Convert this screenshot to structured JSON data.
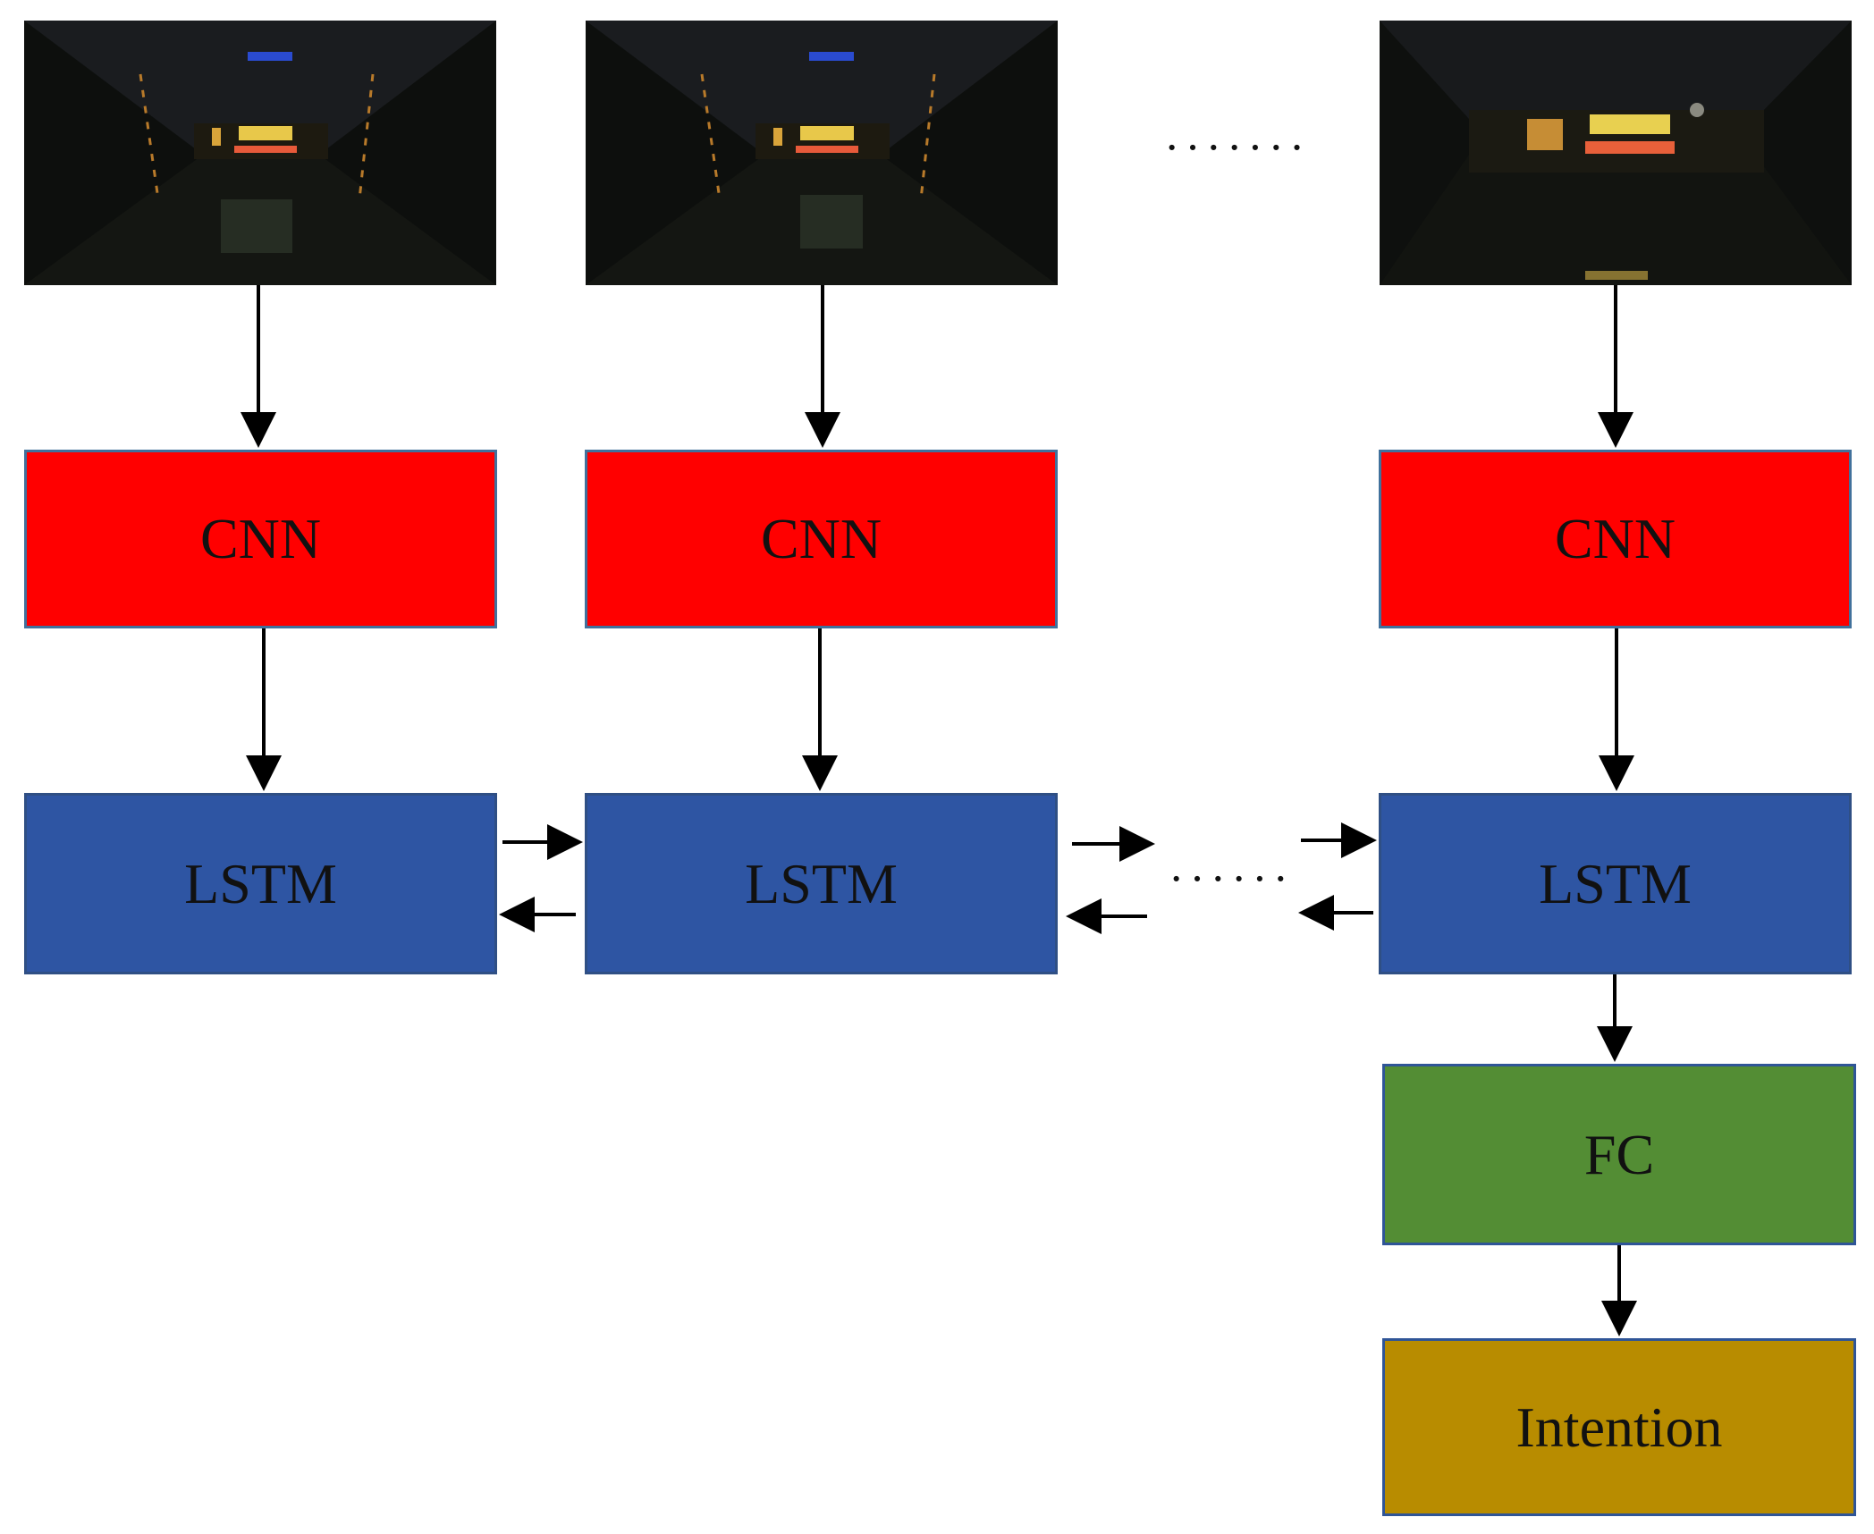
{
  "colors": {
    "cnn": "#ff0000",
    "lstm": "#2e55a3",
    "fc": "#538d34",
    "intention": "#b88c00",
    "arrow": "#000000"
  },
  "frames": [
    {
      "name": "frame-1",
      "icon": "tunnel-image-icon"
    },
    {
      "name": "frame-2",
      "icon": "tunnel-image-icon"
    },
    {
      "name": "frame-n",
      "icon": "tunnel-image-icon"
    }
  ],
  "labels": {
    "cnn": "CNN",
    "lstm": "LSTM",
    "fc": "FC",
    "intention": "Intention",
    "ellipsis_top": "·······",
    "ellipsis_mid": "······"
  }
}
